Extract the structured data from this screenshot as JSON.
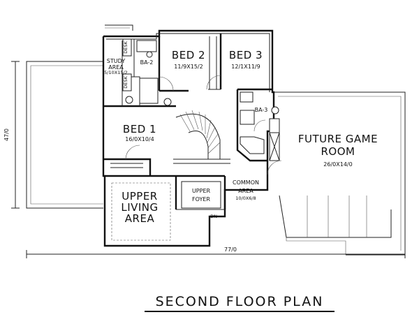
{
  "plan": {
    "title": "SECOND FLOOR PLAN",
    "overall_width": "77/0",
    "overall_depth": "47/0",
    "rooms": {
      "bed2": {
        "name": "BED 2",
        "size": "11/9X15/2"
      },
      "bed3": {
        "name": "BED 3",
        "size": "12/1X11/9"
      },
      "bed1": {
        "name": "BED 1",
        "size": "16/0X10/4"
      },
      "study": {
        "name_line1": "STUDY",
        "name_line2": "AREA",
        "size": "5/10X15/2"
      },
      "ba2": {
        "name": "BA-2"
      },
      "ba3": {
        "name": "BA-3"
      },
      "game": {
        "name_line1": "FUTURE GAME",
        "name_line2": "ROOM",
        "size": "26/0X14/0"
      },
      "common": {
        "name_line1": "COMMON",
        "name_line2": "AREA",
        "size": "10/0X6/8"
      },
      "upper_living": {
        "name_line1": "UPPER",
        "name_line2": "LIVING",
        "name_line3": "AREA"
      },
      "upper_foyer": {
        "name_line1": "UPPER",
        "name_line2": "FOYER"
      }
    },
    "desk_label": "DESK",
    "stair_label": "DN"
  }
}
